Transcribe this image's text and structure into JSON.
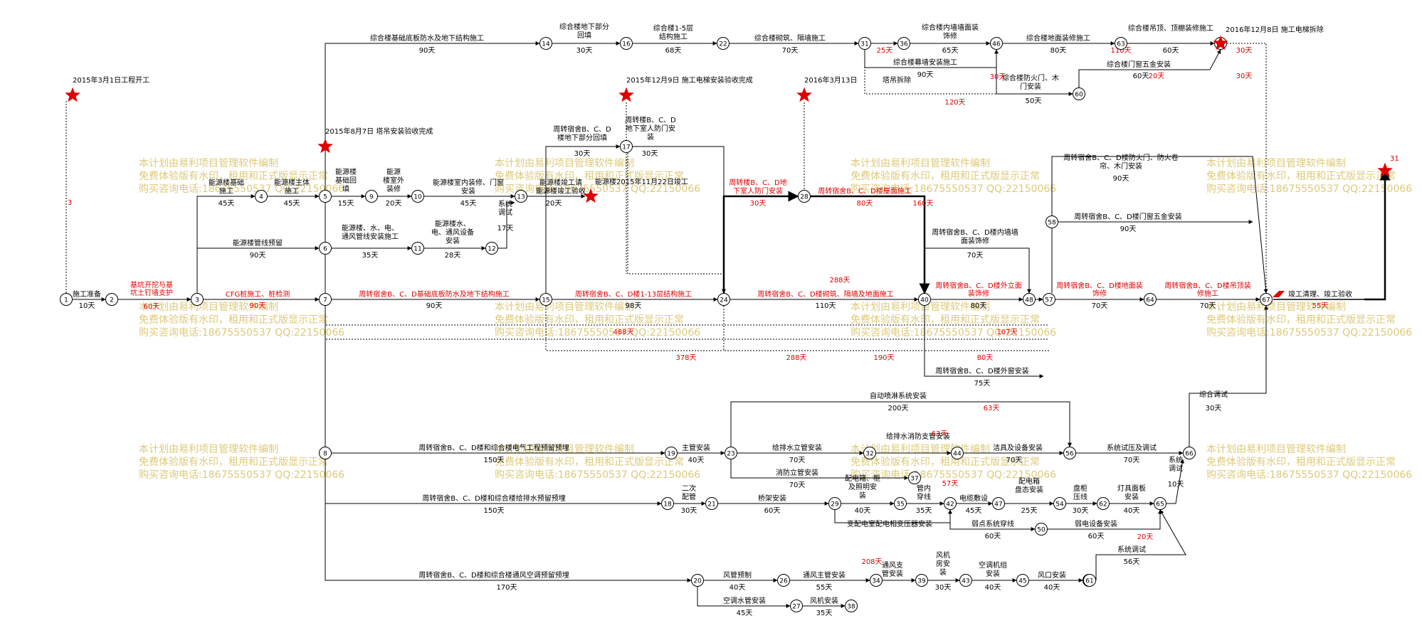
{
  "diagram_data": {
    "type": "network-schedule",
    "milestones": [
      {
        "label": "2015年3月1日工程开工"
      },
      {
        "label": "2015年8月7日    塔吊安装验收完成"
      },
      {
        "label": "2015年12月9日    施工电梯安装验收完成"
      },
      {
        "label": "2016年3月13日"
      },
      {
        "label": "2015年11月22日竣工"
      },
      {
        "label": "2016年12月8日    施工电梯拆除"
      },
      {
        "label": "31"
      }
    ],
    "activities": [
      {
        "from": "1",
        "to": "2",
        "name": "施工准备",
        "duration": "10天",
        "critical": false
      },
      {
        "from": "2",
        "to": "3",
        "name": "基坑开挖与基坑土钉墙支护",
        "duration": "60天",
        "critical": true
      },
      {
        "from": "3",
        "to": "7",
        "name": "CFG桩施工、桩检测",
        "duration": "90天",
        "critical": true
      },
      {
        "from": "7",
        "to": "15",
        "name": "周转宿舍B、C、D基础底板防水及地下结构施工",
        "duration": "90天",
        "critical": true
      },
      {
        "from": "15",
        "to": "24",
        "name": "周转宿舍B、C、D楼1-13层结构施工",
        "duration": "98天",
        "critical": true
      },
      {
        "from": "24",
        "to": "40",
        "name": "周转宿舍B、C、D楼砌筑、隔墙及地面施工",
        "duration": "110天",
        "critical": true
      },
      {
        "from": "40",
        "to": "48",
        "name": "周转宿舍B、C、D楼外立面装饰修",
        "duration": "80天",
        "critical": true
      },
      {
        "from": "57",
        "to": "64",
        "name": "周转宿舍B、C、D楼地面装饰修",
        "duration": "70天",
        "critical": true
      },
      {
        "from": "64",
        "to": "67",
        "name": "周转宿舍B、C、D楼吊顶装修施工",
        "duration": "70天",
        "critical": true
      },
      {
        "from": "67",
        "to": "end",
        "name": "竣工清理、竣工验收",
        "duration": "55天",
        "critical": true
      },
      {
        "from": "3",
        "to": "14",
        "name": "综合楼基础底板防水及地下结构施工",
        "duration": "90天",
        "critical": false
      },
      {
        "from": "14",
        "to": "16",
        "name": "综合楼地下部分回填",
        "duration": "30天",
        "critical": false
      },
      {
        "from": "16",
        "to": "22",
        "name": "综合楼1-5层结构施工",
        "duration": "68天",
        "critical": false
      },
      {
        "from": "22",
        "to": "31",
        "name": "综合楼砌筑、隔墙施工",
        "duration": "70天",
        "critical": false
      },
      {
        "from": "31",
        "to": "36",
        "name": "",
        "duration": "25天",
        "critical": false
      },
      {
        "from": "36",
        "to": "46",
        "name": "综合楼内墙墙面装饰修",
        "duration": "65天",
        "critical": false
      },
      {
        "from": "31",
        "to": "46",
        "name": "综合楼幕墙安装施工",
        "duration": "90天",
        "critical": false
      },
      {
        "from": "46",
        "to": "63",
        "name": "综合楼地面装修施工",
        "duration": "80天",
        "critical": false
      },
      {
        "from": "63",
        "to": "66",
        "name": "综合楼吊顶、顶棚装修施工",
        "duration": "60天",
        "critical": false
      },
      {
        "from": "46",
        "to": "60",
        "name": "综合楼防火门、木门安装",
        "duration": "50天",
        "critical": false
      },
      {
        "from": "60",
        "to": "66",
        "name": "综合楼门窗五金安装",
        "duration": "60天",
        "critical": false
      },
      {
        "from": "31",
        "to": "60",
        "name": "塔吊拆除",
        "duration": "120天",
        "critical": false
      },
      {
        "from": "3",
        "to": "4",
        "name": "能源楼基础施工",
        "duration": "45天",
        "critical": false
      },
      {
        "from": "4",
        "to": "5",
        "name": "能源楼主体施工",
        "duration": "45天",
        "critical": false
      },
      {
        "from": "5",
        "to": "9",
        "name": "能源楼基础回填",
        "duration": "15天",
        "critical": false
      },
      {
        "from": "9",
        "to": "10",
        "name": "能源楼室外装修",
        "duration": "20天",
        "critical": false
      },
      {
        "from": "10",
        "to": "13",
        "name": "能源楼室内装修、门窗安装",
        "duration": "45天",
        "critical": false
      },
      {
        "from": "13",
        "to": "end2",
        "name": "能源楼竣工验收",
        "duration": "20天",
        "critical": false
      },
      {
        "from": "3",
        "to": "6",
        "name": "能源楼管线预留",
        "duration": "90天",
        "critical": false
      },
      {
        "from": "6",
        "to": "11",
        "name": "能源楼、水、电、通风管线安装施工",
        "duration": "35天",
        "critical": false
      },
      {
        "from": "11",
        "to": "12",
        "name": "能源楼水、电、通风设备安装",
        "duration": "28天",
        "critical": false
      },
      {
        "from": "12",
        "to": "13",
        "name": "系统调试",
        "duration": "17天",
        "critical": false
      },
      {
        "from": "15",
        "to": "17",
        "name": "周转宿舍B、C、D楼地下部分回填",
        "duration": "30天",
        "critical": false
      },
      {
        "from": "17",
        "to": "24",
        "name": "周转楼B、C、D地下室人防门安装",
        "duration": "30天",
        "critical": false
      },
      {
        "from": "24",
        "to": "28",
        "name": "周转楼B、C、D地下室人防门安装",
        "duration": "30天",
        "critical": true
      },
      {
        "from": "28",
        "to": "40",
        "name": "周转宿舍B、C、D楼屋面施工",
        "duration": "80天",
        "critical": true
      },
      {
        "from": "40",
        "to": "48",
        "name": "周转宿舍B、C、D楼内墙墙面装饰修",
        "duration": "70天",
        "critical": false
      },
      {
        "from": "58",
        "to": "67",
        "name": "周转宿舍B、C、D楼防火门、防火卷帘、木门安装",
        "duration": "90天",
        "critical": false
      },
      {
        "from": "58",
        "to": "67",
        "name": "周转宿舍B、C、D楼门窗五金安装",
        "duration": "90天",
        "critical": false
      },
      {
        "from": "40",
        "to": "57",
        "name": "周转宿舍B、C、D楼外窗安装",
        "duration": "75天",
        "critical": false
      },
      {
        "from": "8",
        "to": "19",
        "name": "周转宿舍B、C、D楼和综合楼电气工程预留预埋",
        "duration": "150天",
        "critical": false
      },
      {
        "from": "19",
        "to": "23",
        "name": "主管安装",
        "duration": "40天",
        "critical": false
      },
      {
        "from": "23",
        "to": "56",
        "name": "自动喷淋系统安装",
        "duration": "200天",
        "critical": false
      },
      {
        "from": "23",
        "to": "32",
        "name": "给排水立管安装",
        "duration": "70天",
        "critical": false
      },
      {
        "from": "23",
        "to": "37",
        "name": "消防立管安装",
        "duration": "70天",
        "critical": false
      },
      {
        "from": "32",
        "to": "44",
        "name": "给排水消防支管安装",
        "duration": "",
        "critical": false
      },
      {
        "from": "44",
        "to": "56",
        "name": "洁具及设备安装",
        "duration": "70天",
        "critical": false
      },
      {
        "from": "56",
        "to": "66",
        "name": "系统试压及调试",
        "duration": "70天",
        "critical": false
      },
      {
        "from": "8",
        "to": "18",
        "name": "周转宿舍B、C、D楼和综合楼给排水预留预埋",
        "duration": "150天",
        "critical": false
      },
      {
        "from": "18",
        "to": "21",
        "name": "二次配管",
        "duration": "30天",
        "critical": false
      },
      {
        "from": "21",
        "to": "29",
        "name": "桥架安装",
        "duration": "60天",
        "critical": false
      },
      {
        "from": "29",
        "to": "35",
        "name": "配电箱、柜及照明安装",
        "duration": "40天",
        "critical": false
      },
      {
        "from": "35",
        "to": "42",
        "name": "管内穿线",
        "duration": "35天",
        "critical": false
      },
      {
        "from": "42",
        "to": "47",
        "name": "电缆敷设",
        "duration": "45天",
        "critical": false
      },
      {
        "from": "47",
        "to": "54",
        "name": "配电箱盘态安装",
        "duration": "25天",
        "critical": false
      },
      {
        "from": "54",
        "to": "62",
        "name": "盘柜压线",
        "duration": "30天",
        "critical": false
      },
      {
        "from": "62",
        "to": "65",
        "name": "灯具面板安装",
        "duration": "40天",
        "critical": false
      },
      {
        "from": "29",
        "to": "42",
        "name": "变配电室配电相变压器安装",
        "duration": "",
        "critical": false
      },
      {
        "from": "42",
        "to": "50",
        "name": "弱点系统穿线",
        "duration": "60天",
        "critical": false
      },
      {
        "from": "50",
        "to": "65",
        "name": "弱电设备安装",
        "duration": "60天",
        "critical": false
      },
      {
        "from": "65",
        "to": "66",
        "name": "系统调试",
        "duration": "10天",
        "critical": false
      },
      {
        "from": "66",
        "to": "67",
        "name": "综合调试",
        "duration": "30天",
        "critical": false
      },
      {
        "from": "8",
        "to": "20",
        "name": "周转宿舍B、C、D楼和综合楼通风空调预留预埋",
        "duration": "170天",
        "critical": false
      },
      {
        "from": "20",
        "to": "26",
        "name": "风管预制",
        "duration": "40天",
        "critical": false
      },
      {
        "from": "26",
        "to": "34",
        "name": "通风主管安装",
        "duration": "55天",
        "critical": false
      },
      {
        "from": "20",
        "to": "27",
        "name": "空调水管安装",
        "duration": "45天",
        "critical": false
      },
      {
        "from": "27",
        "to": "33",
        "name": "风机安装",
        "duration": "35天",
        "critical": false
      },
      {
        "from": "39",
        "to": "43",
        "name": "风机房安装",
        "duration": "30天",
        "critical": false
      },
      {
        "from": "43",
        "to": "45",
        "name": "空调机组安装",
        "duration": "40天",
        "critical": false
      },
      {
        "from": "45",
        "to": "49",
        "name": "风口安装",
        "duration": "40天",
        "critical": false
      },
      {
        "from": "61",
        "to": "65",
        "name": "系统调试",
        "duration": "56天",
        "critical": false
      }
    ],
    "texts": {
      "free_floats": [
        "25天",
        "120天",
        "50天",
        "30天",
        "110天",
        "30天",
        "160天",
        "288天",
        "488天",
        "378天",
        "288天",
        "190天",
        "80天",
        "107天",
        "63天",
        "208天",
        "20天",
        "57天"
      ],
      "labels_extra": [
        "综合楼地下部分回填",
        "周转楼B、C、D地下室人防门安装",
        "周转宿舍B、C、D楼屋面施工",
        "能源楼竣工验收"
      ]
    },
    "watermark": {
      "line1": "本计划由易利项目管理软件编制",
      "line2": "免费体验版有水印，租用和正式版显示正常",
      "line3": "购买咨询电话:18675550537 QQ:22150066"
    }
  }
}
